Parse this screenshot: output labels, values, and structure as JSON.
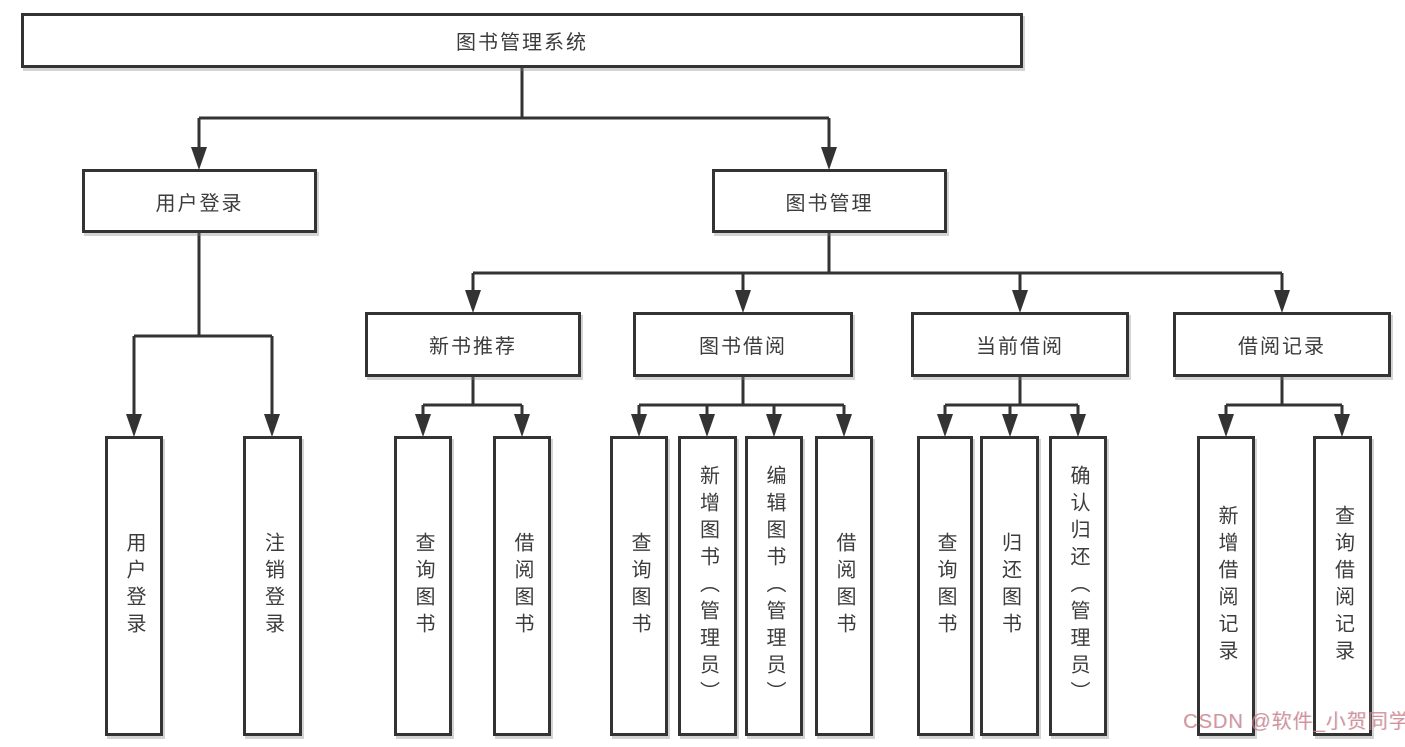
{
  "diagram": {
    "title": "图书管理系统",
    "level2": [
      "用户登录",
      "图书管理"
    ],
    "level3": [
      "新书推荐",
      "图书借阅",
      "当前借阅",
      "借阅记录"
    ],
    "leaves": {
      "login": [
        "用户登录",
        "注销登录"
      ],
      "new_book": [
        "查询图书",
        "借阅图书"
      ],
      "book_borrow": [
        "查询图书",
        "新增图书（管理员）",
        "编辑图书（管理员）",
        "借阅图书"
      ],
      "current_borrow": [
        "查询图书",
        "归还图书",
        "确认归还（管理员）"
      ],
      "borrow_record": [
        "新增借阅记录",
        "查询借阅记录"
      ]
    },
    "colors": {
      "line": "#333333",
      "text": "#3c3c3c",
      "box_background": "#ffffff",
      "watermark": "#d27878"
    },
    "watermark": "CSDN @软件_小贺同学"
  }
}
